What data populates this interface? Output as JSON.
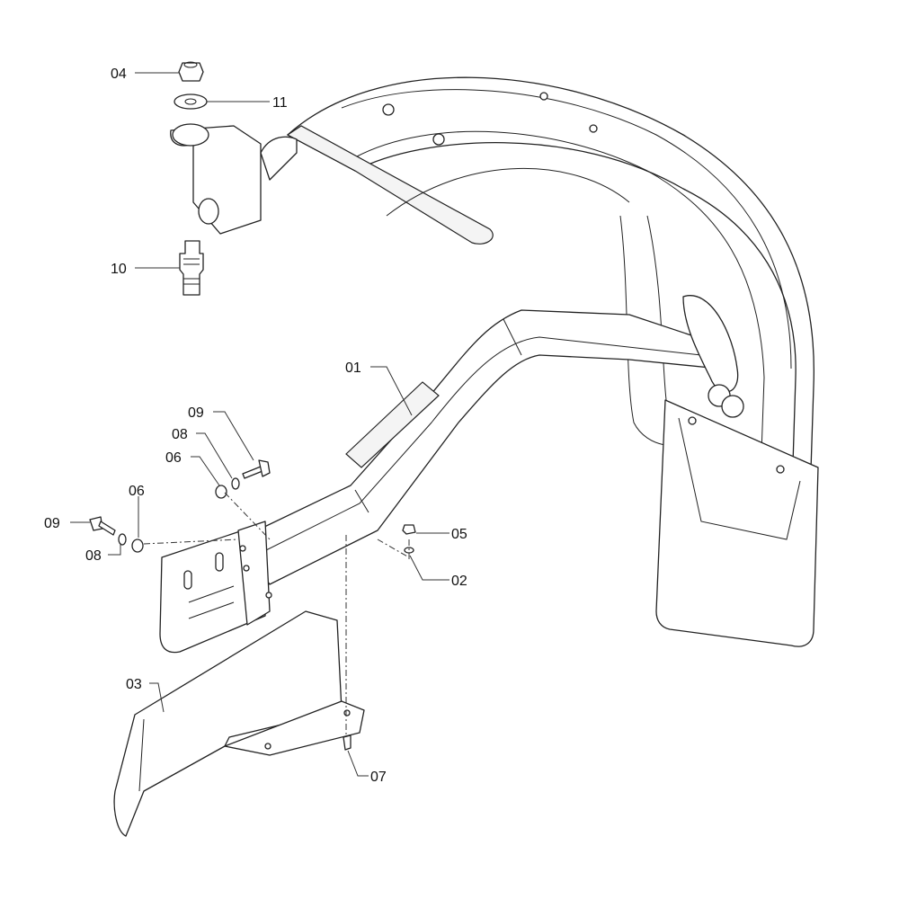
{
  "callouts": {
    "c04": "04",
    "c11": "11",
    "c10": "10",
    "c01": "01",
    "c09a": "09",
    "c08a": "08",
    "c06a": "06",
    "c06b": "06",
    "c09b": "09",
    "c08b": "08",
    "c05": "05",
    "c02": "02",
    "c03": "03",
    "c07": "07"
  }
}
